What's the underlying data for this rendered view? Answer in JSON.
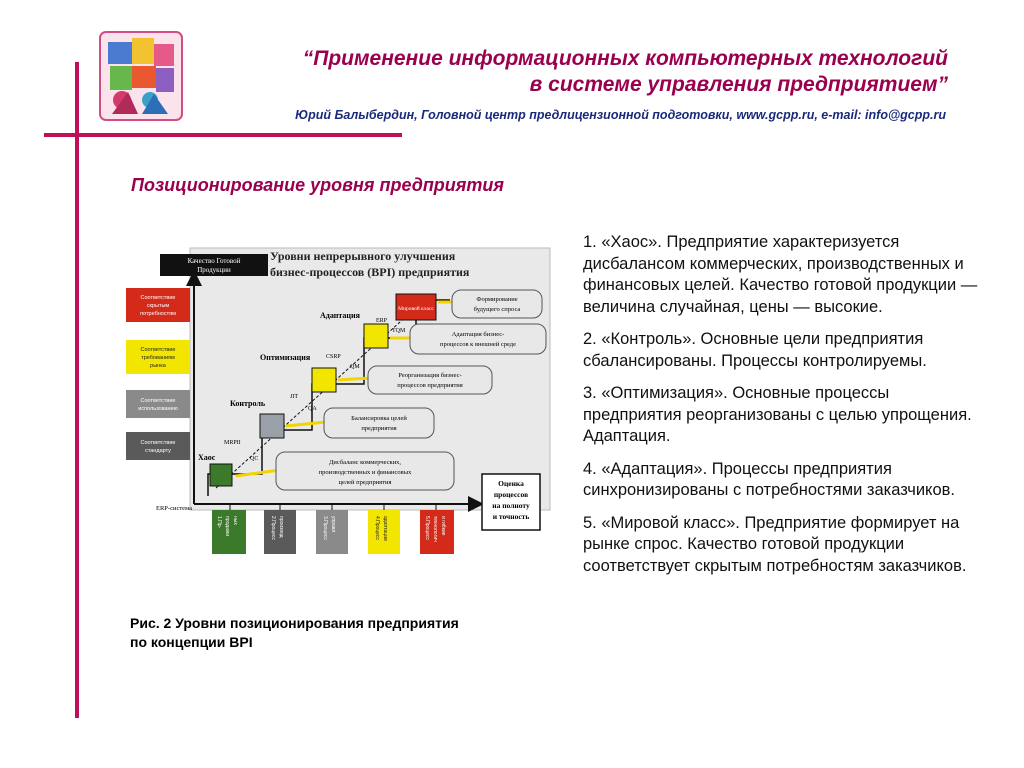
{
  "header": {
    "title_line1": "“Применение информационных компьютерных технологий",
    "title_line2": "в системе управления предприятием”",
    "author": "Юрий Балыбердин, Головной центр предлицензионной подготовки, www.gcpp.ru, e-mail: info@gcpp.ru",
    "logo_icon": "puzzle-people-logo-icon"
  },
  "section_title": "Позиционирование уровня предприятия",
  "figure": {
    "title_line1": "Уровни непрерывного улучшения",
    "title_line2": "бизнес-процессов (BPI) предприятия",
    "y_axis_label_line1": "Качество Готовой",
    "y_axis_label_line2": "Продукции",
    "x_axis_label_line1": "Оценка",
    "x_axis_label_line2": "процессов",
    "x_axis_label_line3": "на полноту",
    "x_axis_label_line4": "и точность",
    "erp_label": "ERP-система",
    "left_boxes": [
      {
        "line1": "Соответствие",
        "line2": "скрытым",
        "line3": "потребностям"
      },
      {
        "line1": "Соответствие",
        "line2": "требованиям",
        "line3": "рынка"
      },
      {
        "line1": "Соответствие",
        "line2": "использованию",
        "line3": ""
      },
      {
        "line1": "Соответствие",
        "line2": "стандарту",
        "line3": ""
      }
    ],
    "levels": [
      {
        "label": "Хаос"
      },
      {
        "label": "Контроль"
      },
      {
        "label": "Оптимизация"
      },
      {
        "label": "Адаптация"
      },
      {
        "label": "Мировой класс"
      }
    ],
    "step_labels": {
      "qc": "QC",
      "mrp": "MRPII",
      "qa": "QA",
      "jit": "JIT",
      "qm": "QM",
      "csrp": "CSRP",
      "tqm": "TQM",
      "erp": "ERP"
    },
    "callouts": [
      {
        "line1": "Дисбаланс коммерческих,",
        "line2": "производственных и финансовых",
        "line3": "целей предприятия"
      },
      {
        "line1": "Балансировка целей",
        "line2": "предприятия",
        "line3": ""
      },
      {
        "line1": "Реорганизация бизнес-",
        "line2": "процессов предприятия",
        "line3": ""
      },
      {
        "line1": "Адаптация бизнес-",
        "line2": "процессов к внешней среде",
        "line3": ""
      },
      {
        "line1": "Формирование",
        "line2": "будущего спроса",
        "line3": ""
      }
    ],
    "bottom_boxes": [
      {
        "line1": "1.Пр-",
        "line2": "продажи",
        "line3": "ных"
      },
      {
        "line1": "2.Процесс",
        "line2": "производ",
        "line3": ""
      },
      {
        "line1": "3.Процесс",
        "line2": "управл",
        "line3": ""
      },
      {
        "line1": "4.Процесс",
        "line2": "адаптации",
        "line3": ""
      },
      {
        "line1": "5.Процесс",
        "line2": "технологич",
        "line3": "и гибкие"
      }
    ],
    "colors": {
      "red": "#d42a1a",
      "yellow": "#f2e600",
      "gray": "#8a8a8a",
      "darkgray": "#5a5a5a",
      "green": "#3a7a2a",
      "black": "#111111",
      "panel": "#d9d9d9",
      "callout_fill": "#e8e8e8",
      "arrow_yellow": "#f2d400"
    }
  },
  "caption_line1": "Рис. 2 Уровни позиционирования предприятия",
  "caption_line2": "по концепции BPI",
  "items": [
    "1. «Хаос». Предприятие характеризуется дисбалансом коммерческих, производственных и финансовых целей. Качество готовой продукции — величина случайная, цены — высокие.",
    "2. «Контроль». Основные цели предприятия сбалансированы. Процессы контролируемы.",
    "3. «Оптимизация». Основные процессы предприятия реорганизованы с целью упрощения. Адаптация.",
    "4. «Адаптация». Процессы предприятия синхронизированы с потребностями заказчиков.",
    "5. «Мировой класс». Предприятие формирует на рынке спрос. Качество готовой продукции соответствует скрытым потребностям заказчиков."
  ]
}
